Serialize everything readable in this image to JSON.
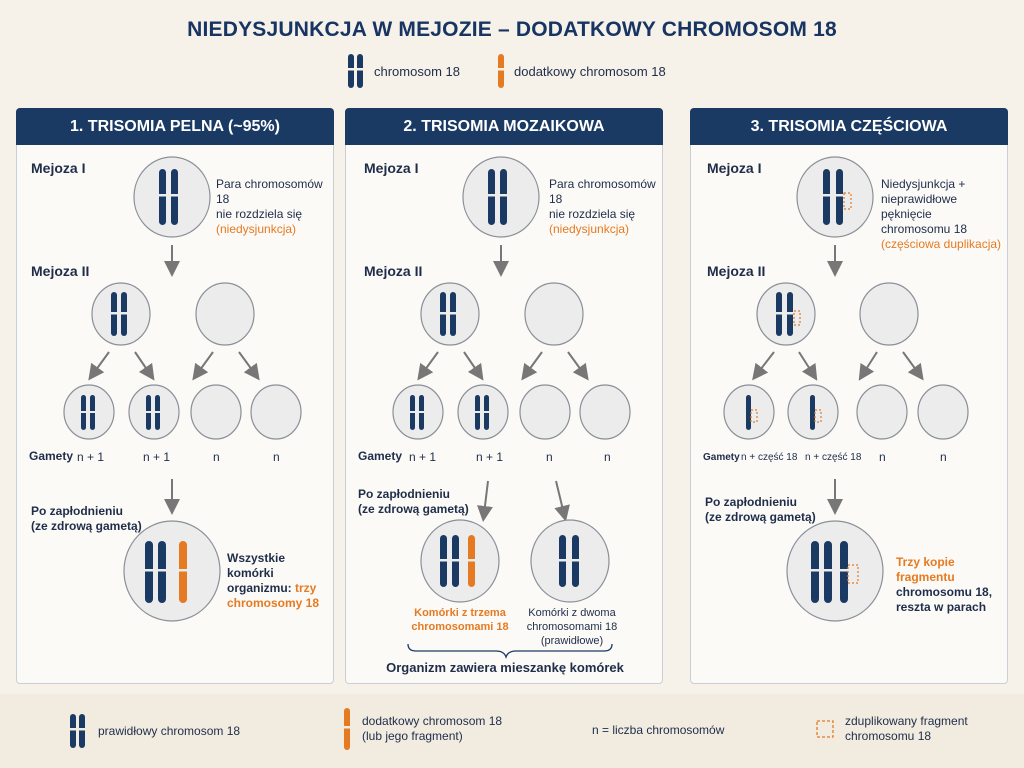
{
  "title": "NIEDYSJUNKCJA W MEJOZIE – DODATKOWY CHROMOSOM 18",
  "top_legend": {
    "normal": "chromosom 18",
    "extra": "dodatkowy chromosom 18"
  },
  "colors": {
    "blue": "#1a3a64",
    "orange": "#e67a22",
    "cell": "#ececec",
    "arrow": "#777777"
  },
  "panels": [
    {
      "header": "1. TRISOMIA PELNA (~95%)",
      "meiosis1": "Mejoza I",
      "meiosis2": "Mejoza II",
      "note_line1": "Para chromosomów 18",
      "note_line2": "nie rozdziela się",
      "note_orange": "(niedysjunkcja)",
      "gametes_label": "Gamety",
      "gametes": [
        "n + 1",
        "n + 1",
        "n",
        "n"
      ],
      "fert_line1": "Po zapłodnieniu",
      "fert_line2": "(ze zdrową gametą)",
      "result_line1": "Wszystkie komórki",
      "result_line2a": "organizmu: ",
      "result_line2b": "trzy",
      "result_line3": "chromosomy 18"
    },
    {
      "header": "2. TRISOMIA MOZAIKOWA",
      "meiosis1": "Mejoza I",
      "meiosis2": "Mejoza II",
      "note_line1": "Para chromosomów 18",
      "note_line2": "nie rozdziela się",
      "note_orange": "(niedysjunkcja)",
      "gametes_label": "Gamety",
      "gametes": [
        "n + 1",
        "n + 1",
        "n",
        "n"
      ],
      "fert_line1": "Po zapłodnieniu",
      "fert_line2": "(ze zdrową gametą)",
      "cellA_line1": "Komórki z trzema",
      "cellA_line2": "chromosomami 18",
      "cellB_line1": "Komórki z dwoma",
      "cellB_line2": "chromosomami 18",
      "cellB_line3": "(prawidłowe)",
      "summary": "Organizm zawiera mieszankę komórek"
    },
    {
      "header": "3. TRISOMIA CZĘŚCIOWA",
      "meiosis1": "Mejoza I",
      "meiosis2": "Mejoza II",
      "note_line1": "Niedysjunkcja +",
      "note_line2": "nieprawidłowe pęknięcie",
      "note_line3": "chromosomu 18",
      "note_orange": "(częściowa duplikacja)",
      "gametes_label": "Gamety",
      "gametes": [
        "n + część 18",
        "n + część 18",
        "n",
        "n"
      ],
      "fert_line1": "Po zapłodnieniu",
      "fert_line2": "(ze zdrową gametą)",
      "result_orange": "Trzy kopie fragmentu",
      "result_line2": "chromosomu 18,",
      "result_line3": "reszta w parach"
    }
  ],
  "footer": {
    "normal": "prawidłowy chromosom 18",
    "extra_line1": "dodatkowy chromosom 18",
    "extra_line2": "(lub jego fragment)",
    "n_def": "n = liczba chromosomów",
    "dup_line1": "zduplikowany fragment",
    "dup_line2": "chromosomu 18"
  }
}
